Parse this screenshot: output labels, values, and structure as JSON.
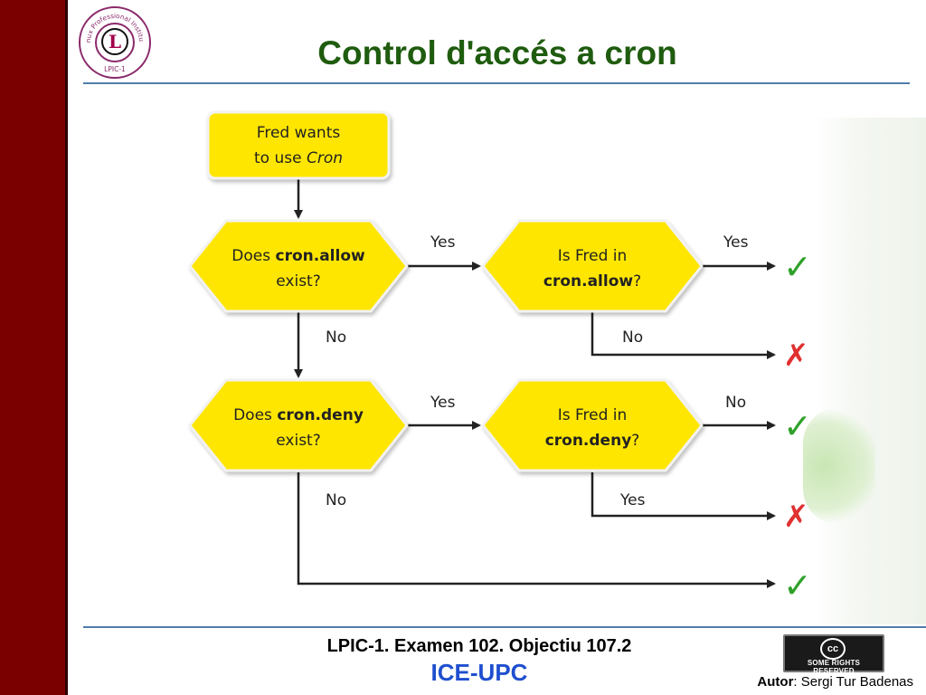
{
  "slide": {
    "title": "Control d'accés a cron"
  },
  "logo": {
    "ring_text": "Linux Professional Institute",
    "bottom_text": "LPIC-1",
    "center_glyph": "L"
  },
  "flowchart": {
    "start": {
      "line1": "Fred wants",
      "line2_a": "to use ",
      "line2_b": "Cron"
    },
    "q1": {
      "line1_a": "Does ",
      "line1_b": "cron.allow",
      "line2": "exist?"
    },
    "q2": {
      "line1": "Is Fred in",
      "line2_a": "cron.allow",
      "line2_b": "?"
    },
    "q3": {
      "line1_a": "Does ",
      "line1_b": "cron.deny",
      "line2": "exist?"
    },
    "q4": {
      "line1": "Is Fred in",
      "line2_a": "cron.deny",
      "line2_b": "?"
    },
    "labels": {
      "q1_yes": "Yes",
      "q1_no": "No",
      "q2_yes": "Yes",
      "q2_no": "No",
      "q3_yes": "Yes",
      "q3_no": "No",
      "q4_no": "No",
      "q4_yes": "Yes"
    },
    "outcomes": {
      "allow_listed": "✓",
      "allow_not_listed": "✗",
      "deny_not_listed": "✓",
      "deny_listed": "✗",
      "no_files": "✓"
    }
  },
  "footer": {
    "course": "LPIC-1. Examen 102. Objectiu 107.2",
    "org": "ICE-UPC",
    "license_glyph": "cc",
    "license_text": "SOME RIGHTS RESERVED",
    "author_label": "Autor",
    "author_name": ": Sergi Tur Badenas"
  },
  "colors": {
    "sidebar": "#7a0000",
    "title": "#1f5c0f",
    "box_fill": "#ffe600",
    "check": "#2fa12a",
    "cross": "#e03030",
    "org": "#1f4fcf"
  }
}
